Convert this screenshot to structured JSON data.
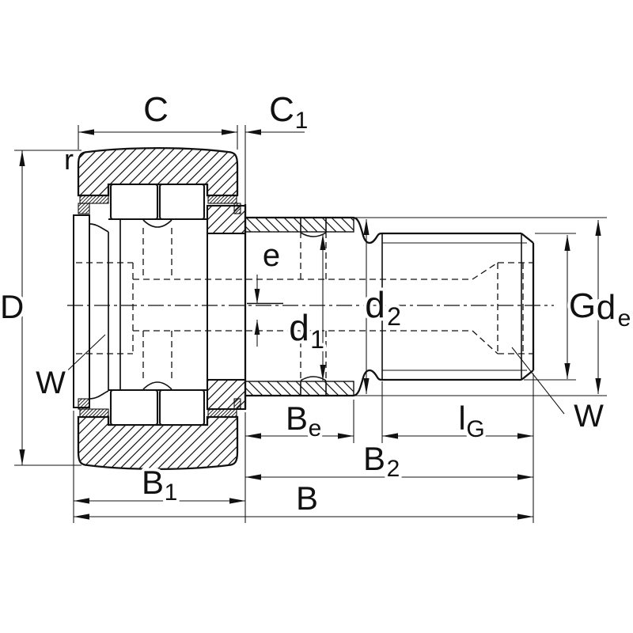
{
  "drawing": {
    "type": "bearing cross-section",
    "colors": {
      "line": "#111111",
      "background": "#ffffff"
    }
  },
  "labels": {
    "c": {
      "main": "C",
      "sub": ""
    },
    "c1": {
      "main": "C",
      "sub": "1"
    },
    "r": {
      "main": "r"
    },
    "d_outer": {
      "main": "D"
    },
    "w_left": {
      "main": "W"
    },
    "e": {
      "main": "e"
    },
    "d1": {
      "main": "d",
      "sub": "1"
    },
    "d2": {
      "main": "d",
      "sub": "2"
    },
    "g": {
      "main": "G"
    },
    "de": {
      "main": "d",
      "sub": "e"
    },
    "w_right": {
      "main": "W"
    },
    "be": {
      "main": "B",
      "sub": "e"
    },
    "lg": {
      "main": "l",
      "sub": "G"
    },
    "b2": {
      "main": "B",
      "sub": "2"
    },
    "b1": {
      "main": "B",
      "sub": "1"
    },
    "b": {
      "main": "B"
    }
  }
}
